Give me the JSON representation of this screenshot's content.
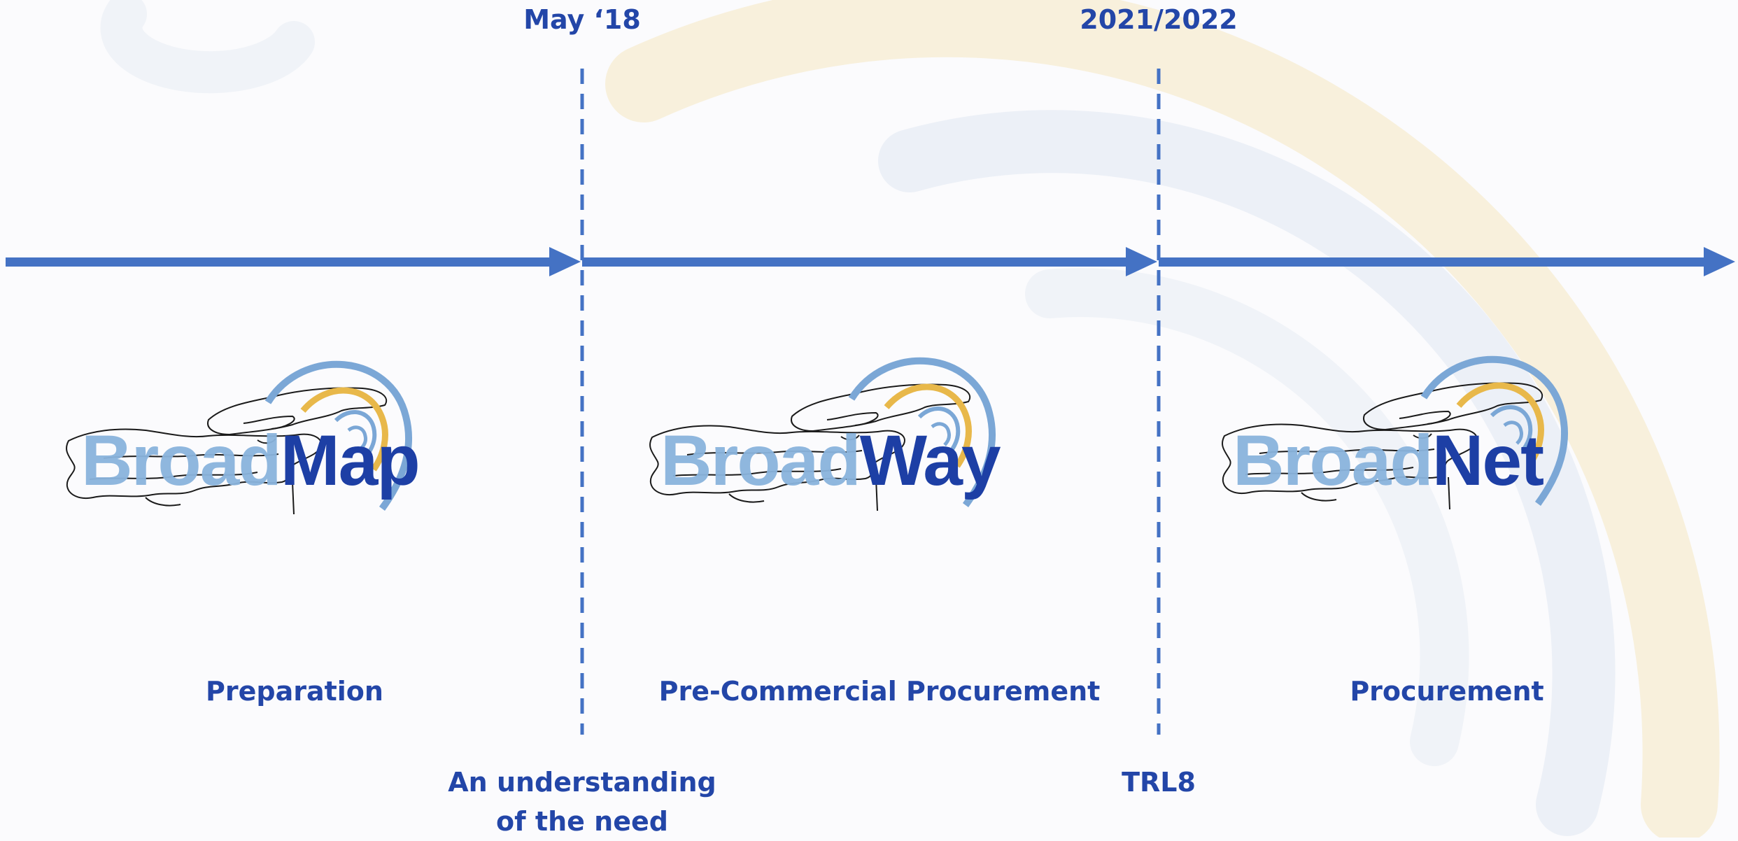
{
  "colors": {
    "accent_blue": "#4472c4",
    "dark_blue": "#2346a8",
    "light_blue": "#8ab4dd",
    "logo_dark_blue": "#1d3fa5",
    "logo_yellow": "#e8b84a",
    "watermark_yellow": "#f6e7bf",
    "watermark_blue": "#e6ecf4"
  },
  "milestones": {
    "date_1": "May ‘18",
    "date_2": "2021/2022",
    "bottom_1_line1": "An understanding",
    "bottom_1_line2": "of the need",
    "bottom_2": "TRL8"
  },
  "phases": [
    {
      "logo_prefix": "Broad",
      "logo_suffix": "Map",
      "label": "Preparation"
    },
    {
      "logo_prefix": "Broad",
      "logo_suffix": "Way",
      "label": "Pre-Commercial Procurement"
    },
    {
      "logo_prefix": "Broad",
      "logo_suffix": "Net",
      "label": "Procurement"
    }
  ],
  "icons": {
    "timeline_arrow": "arrow-right-icon",
    "logo_waves": "signal-waves-icon",
    "logo_map": "europe-map-outline-icon"
  }
}
